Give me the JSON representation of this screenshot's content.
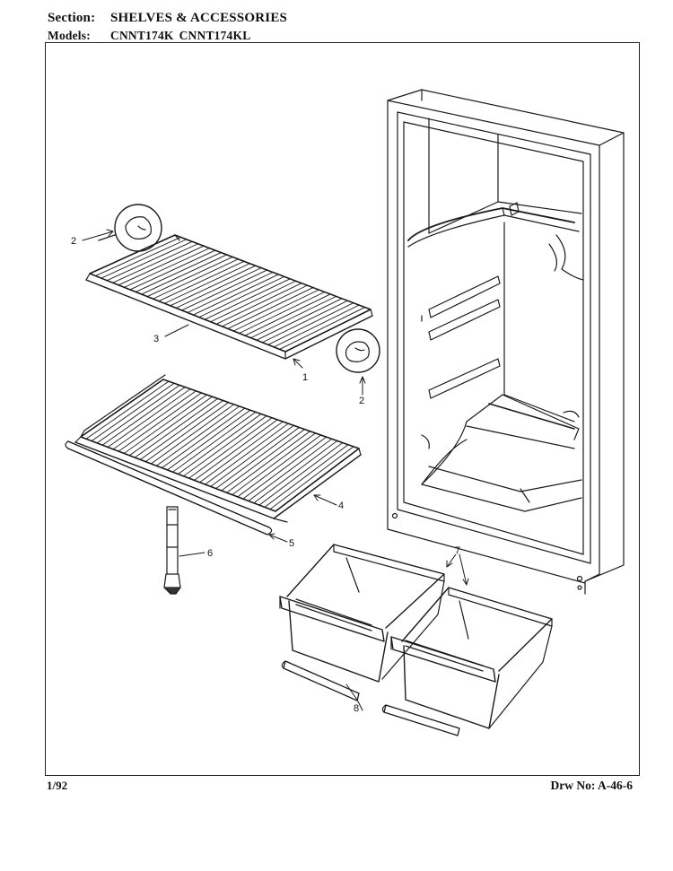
{
  "header": {
    "section_label": "Section:",
    "section_title": "SHELVES & ACCESSORIES",
    "models_label": "Models:",
    "models": [
      "CNNT174K",
      "CNNT174KL"
    ]
  },
  "footer": {
    "date": "1/92",
    "drawing_number": "Drw No: A-46-6"
  },
  "callouts": [
    {
      "id": "2a",
      "label": "2"
    },
    {
      "id": "3",
      "label": "3"
    },
    {
      "id": "1",
      "label": "1"
    },
    {
      "id": "2b",
      "label": "2"
    },
    {
      "id": "4",
      "label": "4"
    },
    {
      "id": "5",
      "label": "5"
    },
    {
      "id": "6",
      "label": "6"
    },
    {
      "id": "7",
      "label": "7"
    },
    {
      "id": "8",
      "label": "8"
    }
  ]
}
